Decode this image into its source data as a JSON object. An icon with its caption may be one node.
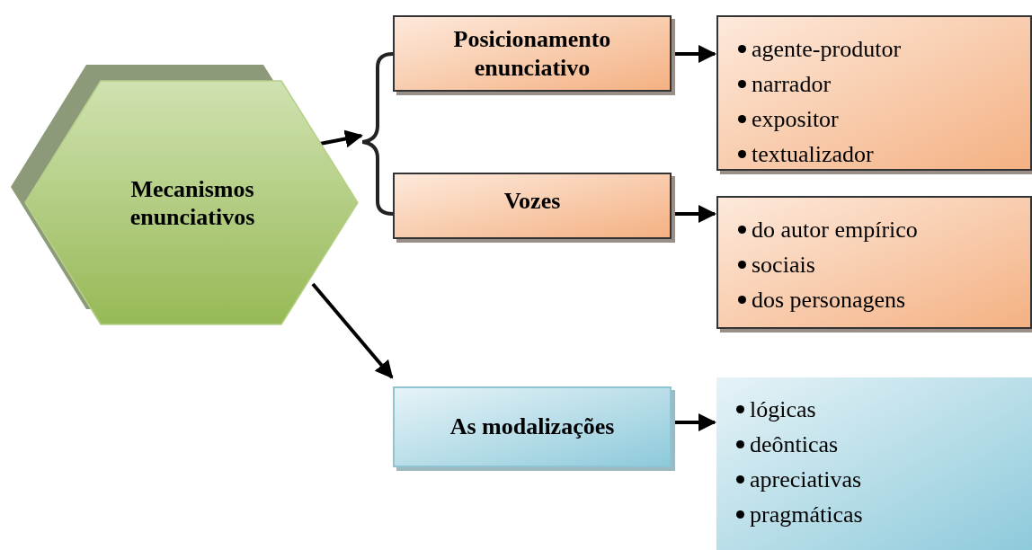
{
  "diagram": {
    "nodes": [
      {
        "text": [
          "Mecanismos enunciativos"
        ]
      },
      {
        "text": [
          "Posicionamento enunciativo"
        ]
      },
      {
        "text": [
          "agente-produtor",
          "narrador",
          "expositor",
          "textualizador"
        ]
      },
      {
        "text": [
          "Vozes"
        ]
      },
      {
        "text": [
          "do autor empírico",
          "sociais",
          "dos personagens"
        ]
      },
      {
        "text": [
          "As modalizações"
        ]
      },
      {
        "text": [
          "lógicas",
          "deônticas",
          "apreciativas",
          "pragmáticas"
        ]
      },
      {
        "text": [],
        "shape": "brace"
      }
    ],
    "edges": [
      {
        "from": 0,
        "to": 7,
        "arrow": "to"
      },
      {
        "from": 7,
        "to": 1,
        "arrow": "none"
      },
      {
        "from": 7,
        "to": 3,
        "arrow": "none"
      },
      {
        "from": 1,
        "to": 2,
        "arrow": "to"
      },
      {
        "from": 3,
        "to": 4,
        "arrow": "to"
      },
      {
        "from": 0,
        "to": 5,
        "arrow": "to"
      },
      {
        "from": 5,
        "to": 6,
        "arrow": "to"
      }
    ]
  }
}
